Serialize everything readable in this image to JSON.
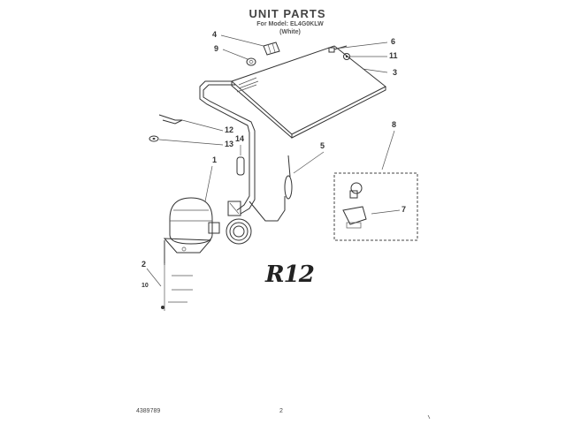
{
  "header": {
    "title": "UNIT PARTS",
    "subtitle_line1": "For Model: EL4G0KLW",
    "subtitle_line2": "(White)"
  },
  "callouts": {
    "c1": "1",
    "c2": "2",
    "c3": "3",
    "c4": "4",
    "c5": "5",
    "c6": "6",
    "c7": "7",
    "c8": "8",
    "c9": "9",
    "c10": "10",
    "c11": "11",
    "c12": "12",
    "c13": "13",
    "c14": "14"
  },
  "refrigerant_logo": "R12",
  "footer": {
    "doc_number": "4389789",
    "page_number": "2"
  }
}
